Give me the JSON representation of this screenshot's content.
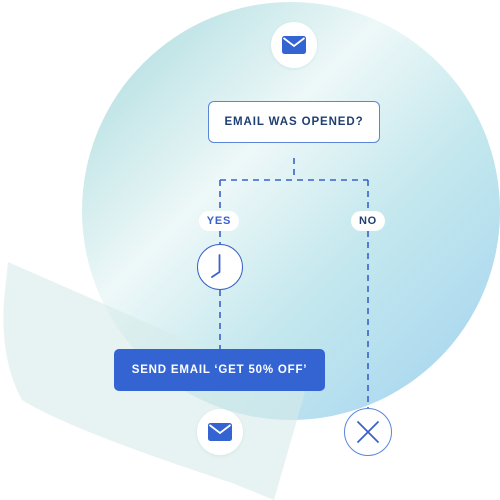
{
  "flow": {
    "decision_label": "EMAIL WAS OPENED?",
    "yes_label": "YES",
    "no_label": "NO",
    "action_label": "SEND EMAIL ‘GET 50% OFF’"
  },
  "colors": {
    "accent": "#3464d2",
    "dark_text": "#1f3f74",
    "line": "#3a62c8"
  },
  "icons": {
    "trigger": "envelope-icon",
    "wait": "clock-icon",
    "action": "envelope-icon",
    "end": "close-icon"
  }
}
